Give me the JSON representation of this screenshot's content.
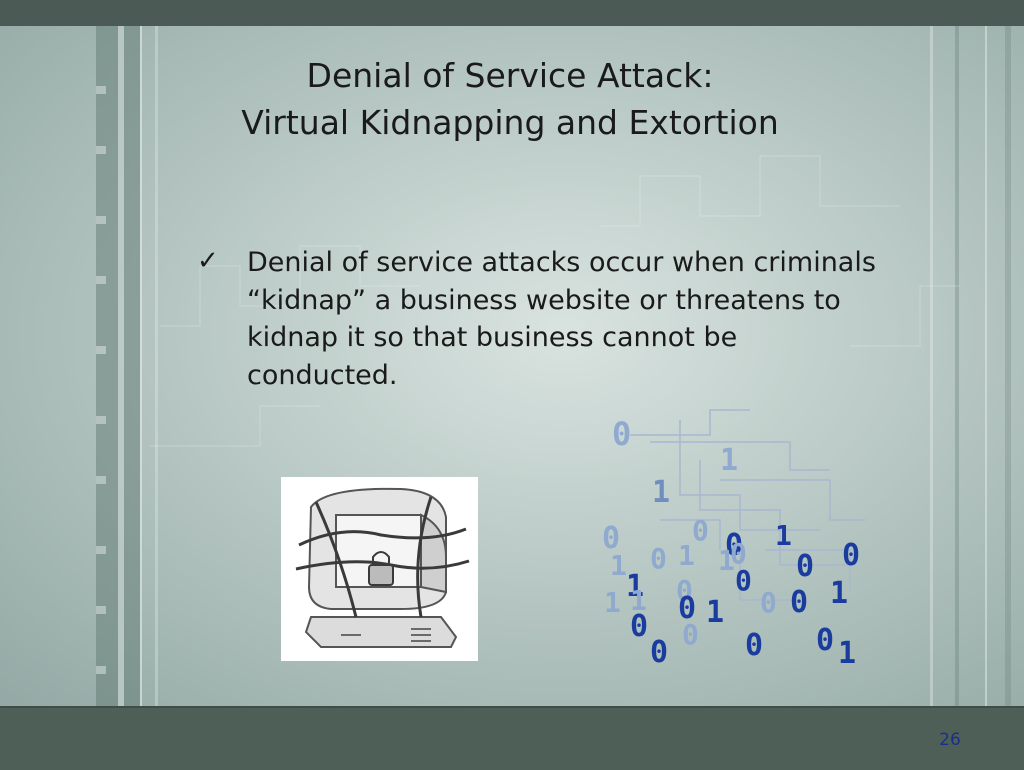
{
  "slide": {
    "title_line1": "Denial of Service Attack:",
    "title_line2": "Virtual Kidnapping and Extortion",
    "bullet_icon": "checkmark-icon",
    "bullet_text": "Denial of service attacks occur when criminals “kidnap” a business website or threatens to kidnap it so that business cannot be conducted.",
    "page_number": "26"
  },
  "illustrations": {
    "clipart": "chained-computer-icon",
    "binary_graphic": "binary-digits-icon"
  },
  "colors": {
    "frame": "#4e5f58",
    "slide_light": "#d9e3e0",
    "slide_dark": "#93a9a4",
    "text": "#1a1a1a",
    "page_number": "#1a2f8c",
    "digit_dark": "#1a3c9e",
    "digit_light": "#8fa9cf"
  }
}
